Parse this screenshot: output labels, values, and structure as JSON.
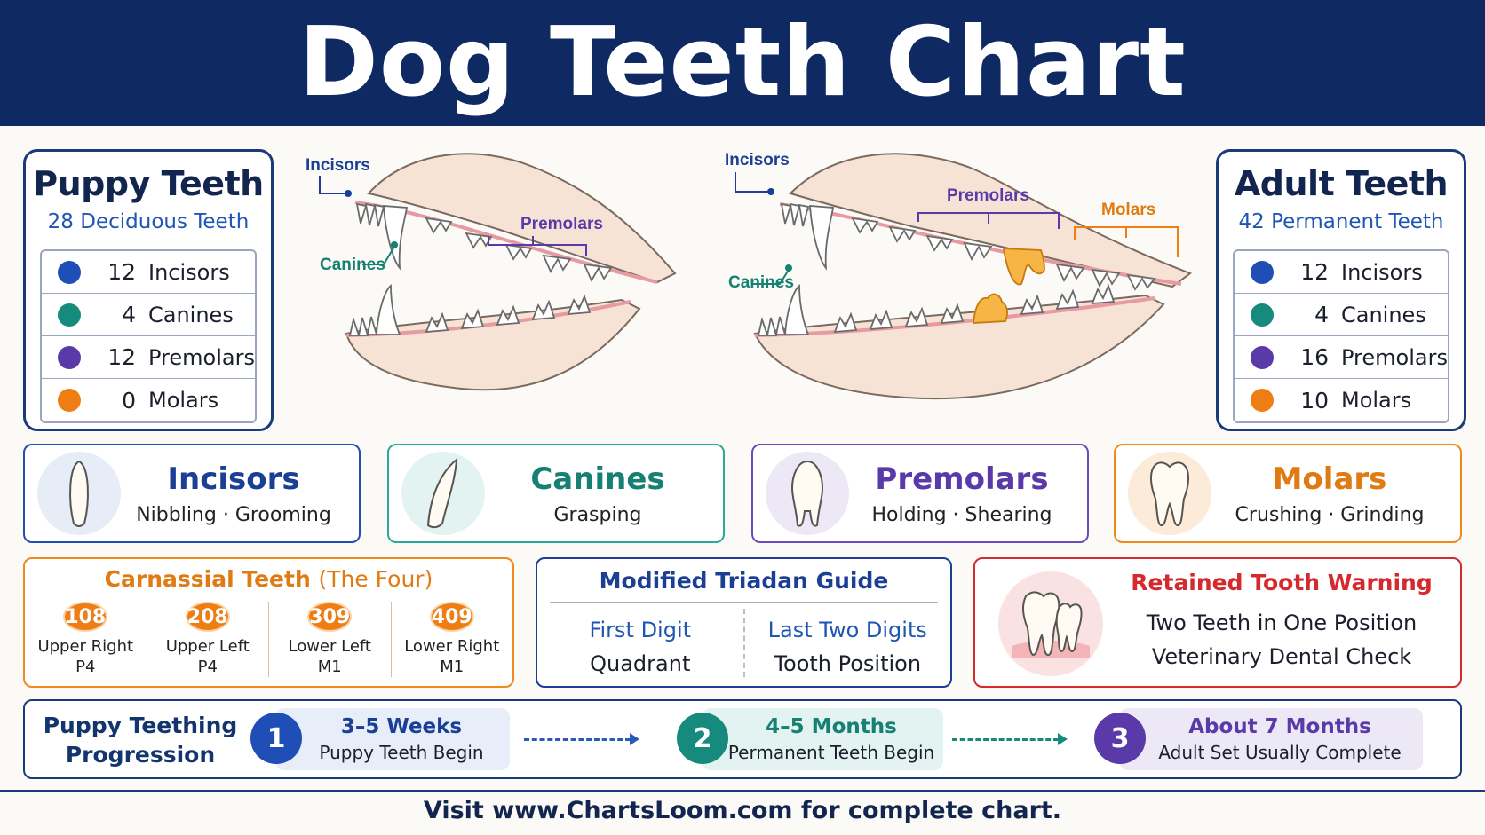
{
  "header": {
    "title": "Dog Teeth Chart"
  },
  "colors": {
    "incisors": "#1f4fb6",
    "canines": "#168a7c",
    "premolars": "#5a3aa8",
    "molars": "#ee7d14",
    "warning": "#d42a2e",
    "navy": "#0f2a63"
  },
  "puppy": {
    "title": "Puppy Teeth",
    "subtitle": "28 Deciduous Teeth",
    "rows": [
      {
        "count": "12",
        "label": "Incisors"
      },
      {
        "count": "4",
        "label": "Canines"
      },
      {
        "count": "12",
        "label": "Premolars"
      },
      {
        "count": "0",
        "label": "Molars"
      }
    ]
  },
  "adult": {
    "title": "Adult Teeth",
    "subtitle": "42 Permanent Teeth",
    "rows": [
      {
        "count": "12",
        "label": "Incisors"
      },
      {
        "count": "4",
        "label": "Canines"
      },
      {
        "count": "16",
        "label": "Premolars"
      },
      {
        "count": "10",
        "label": "Molars"
      }
    ]
  },
  "puppy_jaw": {
    "incisors": "Incisors",
    "canines": "Canines",
    "premolars": "Premolars"
  },
  "adult_jaw": {
    "incisors": "Incisors",
    "canines": "Canines",
    "premolars": "Premolars",
    "molars": "Molars"
  },
  "functions": [
    {
      "name": "Incisors",
      "desc": "Nibbling · Grooming"
    },
    {
      "name": "Canines",
      "desc": "Grasping"
    },
    {
      "name": "Premolars",
      "desc": "Holding · Shearing"
    },
    {
      "name": "Molars",
      "desc": "Crushing · Grinding"
    }
  ],
  "carnassial": {
    "title": "Carnassial Teeth",
    "title_note": "(The Four)",
    "teeth": [
      {
        "code": "108",
        "line1": "Upper Right",
        "line2": "P4"
      },
      {
        "code": "208",
        "line1": "Upper Left",
        "line2": "P4"
      },
      {
        "code": "309",
        "line1": "Lower Left",
        "line2": "M1"
      },
      {
        "code": "409",
        "line1": "Lower Right",
        "line2": "M1"
      }
    ]
  },
  "triadan": {
    "title": "Modified Triadan Guide",
    "cols": [
      {
        "head": "First Digit",
        "value": "Quadrant"
      },
      {
        "head": "Last Two Digits",
        "value": "Tooth Position"
      }
    ]
  },
  "warning": {
    "title": "Retained Tooth Warning",
    "line1": "Two Teeth in One Position",
    "line2": "Veterinary Dental Check"
  },
  "progression": {
    "title": "Puppy Teething Progression",
    "steps": [
      {
        "num": "1",
        "head": "3–5 Weeks",
        "sub": "Puppy Teeth Begin"
      },
      {
        "num": "2",
        "head": "4–5 Months",
        "sub": "Permanent Teeth Begin"
      },
      {
        "num": "3",
        "head": "About 7 Months",
        "sub": "Adult Set Usually Complete"
      }
    ]
  },
  "footer": {
    "text": "Visit www.ChartsLoom.com for complete chart."
  }
}
